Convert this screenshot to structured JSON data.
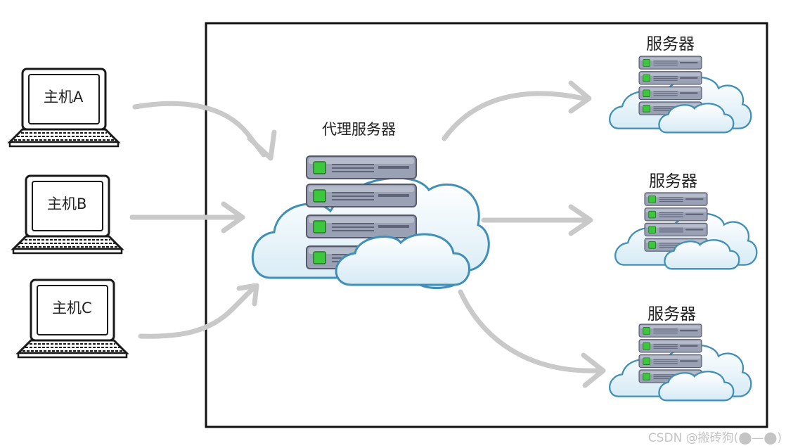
{
  "hosts": [
    {
      "label": "主机A"
    },
    {
      "label": "主机B"
    },
    {
      "label": "主机C"
    }
  ],
  "proxy": {
    "label": "代理服务器"
  },
  "servers": [
    {
      "label": "服务器"
    },
    {
      "label": "服务器"
    },
    {
      "label": "服务器"
    }
  ],
  "watermark": "CSDN @搬砖狗(⬤—⬤)",
  "colors": {
    "frame": "#111111",
    "arrow": "#c9c9c9",
    "cloud_fill": "#ffffff",
    "cloud_stroke": "#3f8fb8",
    "server_face": "#9aa1b5",
    "server_dark": "#5f6478",
    "led": "#3cc83c"
  }
}
